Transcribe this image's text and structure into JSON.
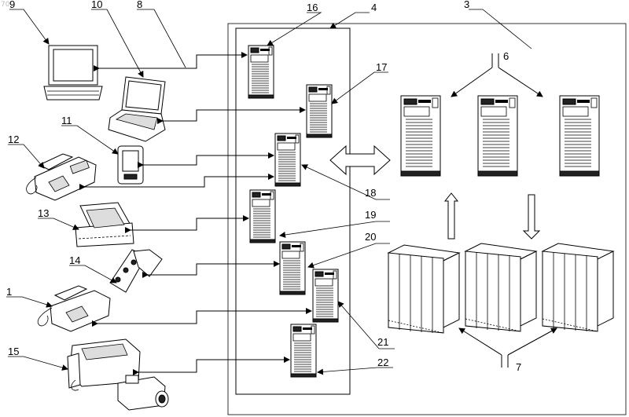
{
  "corner_mark": "70",
  "labels": {
    "l1": "1",
    "l3": "3",
    "l4": "4",
    "l6": "6",
    "l7": "7",
    "l8": "8",
    "l9": "9",
    "l10": "10",
    "l11": "11",
    "l12": "12",
    "l13": "13",
    "l14": "14",
    "l15": "15",
    "l16": "16",
    "l17": "17",
    "l18": "18",
    "l19": "19",
    "l20": "20",
    "l21": "21",
    "l22": "22"
  }
}
